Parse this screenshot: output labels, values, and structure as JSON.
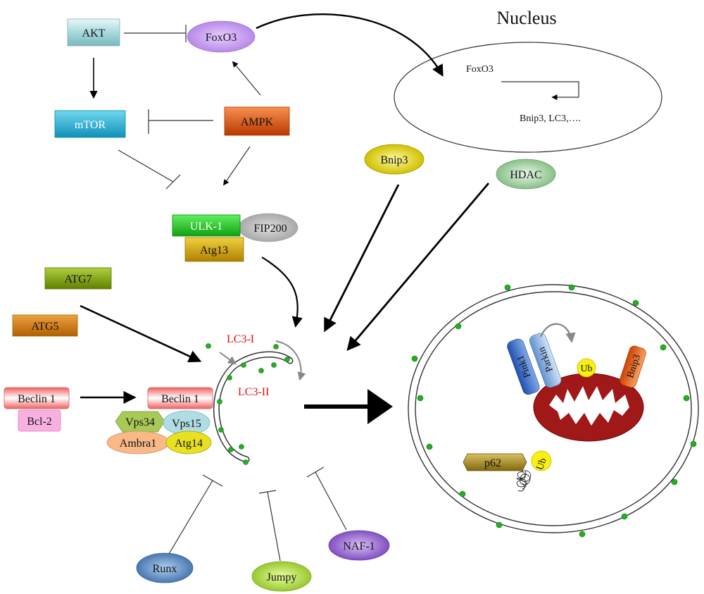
{
  "nucleus": {
    "title": "Nucleus",
    "gene": "FoxO3",
    "targets": "Bnip3, LC3,…."
  },
  "nodes": {
    "akt": "AKT",
    "foxo3": "FoxO3",
    "mtor": "mTOR",
    "ampk": "AMPK",
    "ulk1": "ULK-1",
    "fip200": "FIP200",
    "atg13": "Atg13",
    "atg7": "ATG7",
    "atg5": "ATG5",
    "beclin1_left": "Beclin 1",
    "bcl2": "Bcl-2",
    "beclin1_right": "Beclin 1",
    "vps34": "Vps34",
    "vps15": "Vps15",
    "ambra1": "Ambra1",
    "atg14": "Atg14",
    "bnip3": "Bnip3",
    "hdac": "HDAC",
    "lc3_1": "LC3-I",
    "lc3_2": "LC3-II",
    "runx": "Runx",
    "jumpy": "Jumpy",
    "naf1": "NAF-1",
    "pink1": "Pink1",
    "parkin": "Parkin",
    "bnip3_mito": "Bnip3",
    "ub_mito": "Ub",
    "p62": "p62",
    "ub_p62": "Ub"
  },
  "colors": {
    "akt": "#8fc9cc",
    "foxo3": "#c9a0f0",
    "mtor": "#1aa8c8",
    "ampk": "#e0560e",
    "ulk1": "#20c020",
    "fip200": "#c0c0c0",
    "atg13": "#d4a800",
    "atg7": "#7aa010",
    "atg5": "#d07a10",
    "beclin": "#f08888",
    "bcl2": "#f8a8d8",
    "vps34": "#a8c860",
    "vps15": "#a8d8e0",
    "ambra1": "#f8b888",
    "atg14": "#e8e020",
    "bnip3": "#e8e030",
    "hdac": "#a8d8a8",
    "runx": "#6898c8",
    "jumpy": "#b8e060",
    "naf1": "#a070d0",
    "lc3": "#e01010",
    "dot": "#20b020",
    "mito": "#a01818",
    "pink1": "#4068c0",
    "parkin": "#88b0e0",
    "ub": "#f8f010",
    "p62": "#a89028"
  }
}
